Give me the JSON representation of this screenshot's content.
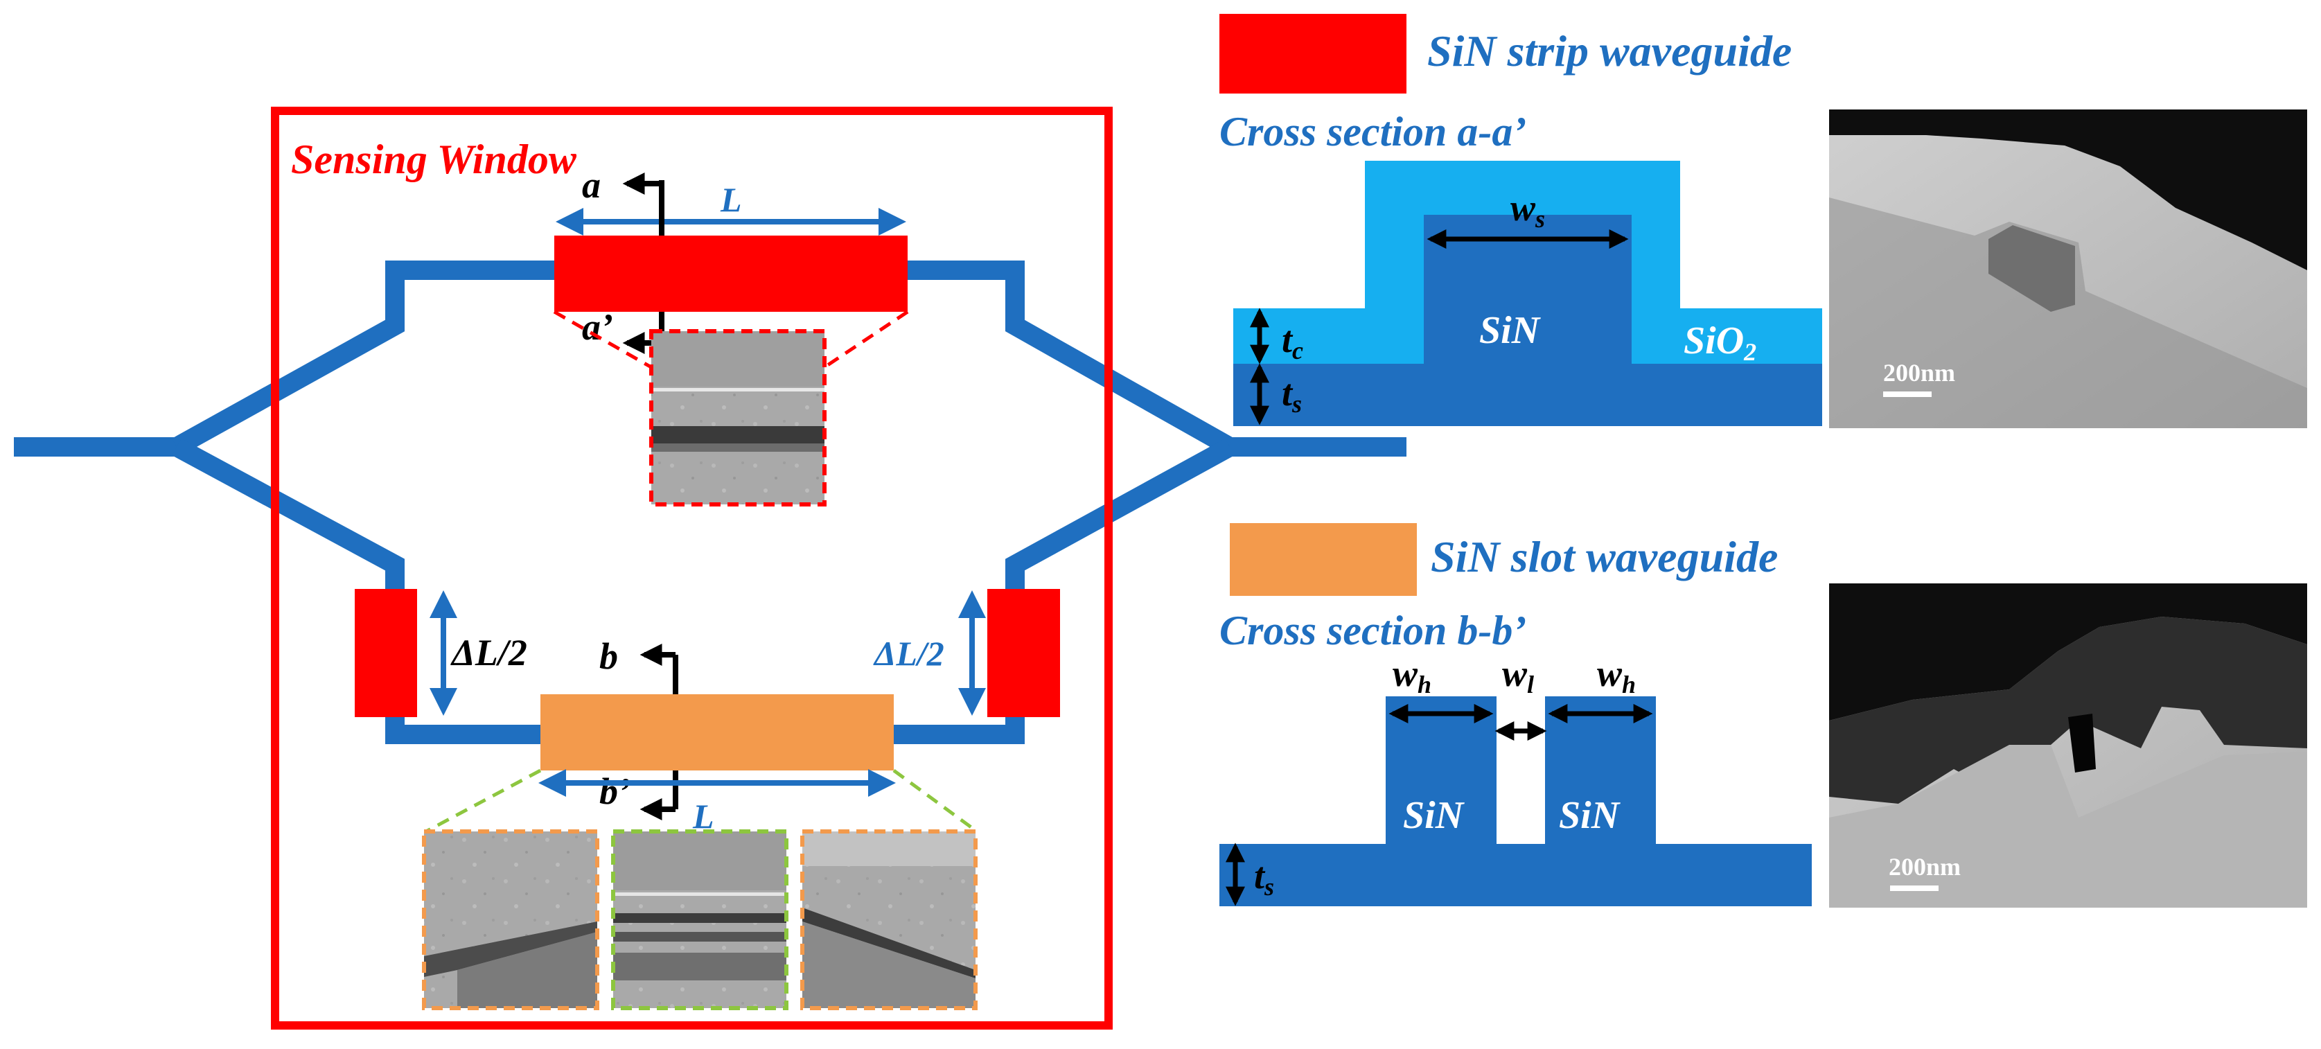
{
  "colors": {
    "waveguide": "#1f6fc0",
    "cladding": "#16aff0",
    "strip": "#ff0000",
    "slot": "#f39a4c",
    "window": "#ff0000",
    "slot_inset_border": "#8dc63f"
  },
  "mzi": {
    "window_label": "Sensing Window",
    "top_arm": {
      "length_label": "L",
      "cut_top_label": "a",
      "cut_bottom_label": "a’"
    },
    "bottom_arm": {
      "length_label": "L",
      "cut_top_label": "b",
      "cut_bottom_label": "b’"
    },
    "delta_left_label": "ΔL/2",
    "delta_right_label": "ΔL/2"
  },
  "strip_panel": {
    "legend_label": "SiN strip waveguide",
    "section_title": "Cross section a-a’",
    "core_label": "SiN",
    "cladding_label": "SiO",
    "cladding_subscript": "2",
    "width_label": "w",
    "width_subscript": "s",
    "clad_thickness_label": "t",
    "clad_thickness_subscript": "c",
    "slab_thickness_label": "t",
    "slab_thickness_subscript": "s",
    "scale_bar": "200nm"
  },
  "slot_panel": {
    "legend_label": "SiN slot waveguide",
    "section_title": "Cross section b-b’",
    "left_rail_label": "SiN",
    "right_rail_label": "SiN",
    "rail_width_label": "w",
    "rail_width_subscript": "h",
    "gap_width_label": "w",
    "gap_width_subscript": "l",
    "slab_thickness_label": "t",
    "slab_thickness_subscript": "s",
    "scale_bar": "200nm"
  }
}
